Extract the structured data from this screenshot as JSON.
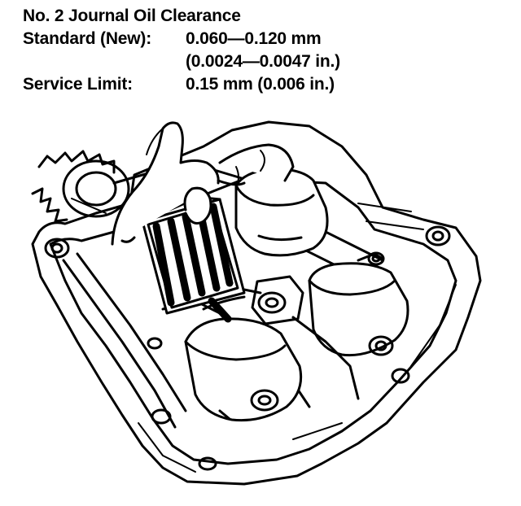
{
  "spec": {
    "title": "No. 2 Journal Oil Clearance",
    "standard_label": "Standard (New):",
    "standard_value_mm": "0.060—0.120 mm",
    "standard_value_in": "(0.0024—0.0047 in.)",
    "service_label": "Service Limit:",
    "service_value": "0.15 mm (0.006 in.)"
  },
  "colors": {
    "ink": "#000000",
    "paper": "#ffffff"
  }
}
